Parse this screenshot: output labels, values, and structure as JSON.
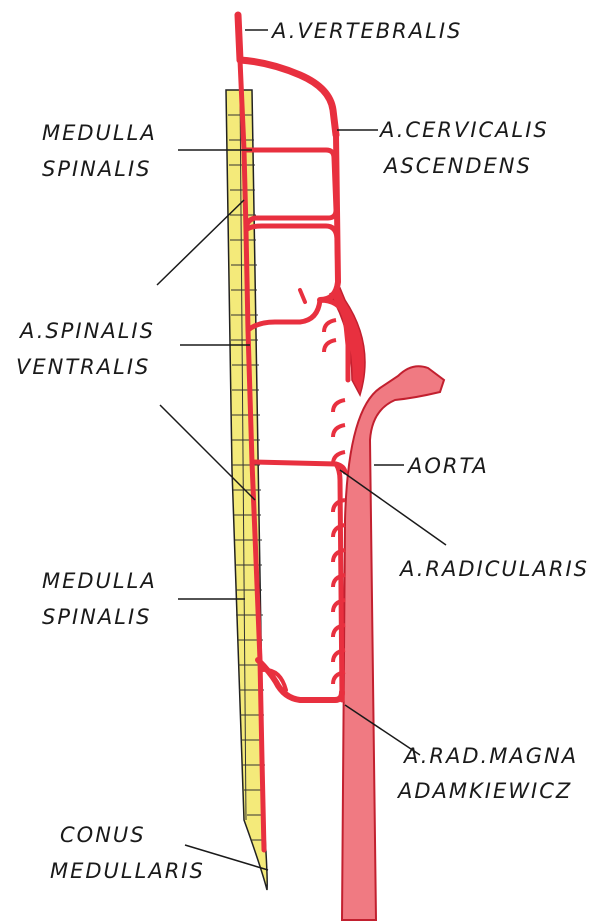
{
  "labels": {
    "vertebralis": "A.VERTEBRALIS",
    "medulla_top_1": "MEDULLA",
    "medulla_top_2": "SPINALIS",
    "cervicalis_1": "A.CERVICALIS",
    "cervicalis_2": "ASCENDENS",
    "spinalis_1": "A.SPINALIS",
    "spinalis_2": "VENTRALIS",
    "aorta": "AORTA",
    "radicularis": "A.RADICULARIS",
    "medulla_low_1": "MEDULLA",
    "medulla_low_2": "SPINALIS",
    "magna_1": "A.RAD.MAGNA",
    "magna_2": "ADAMKIEWICZ",
    "conus_1": "CONUS",
    "conus_2": "MEDULLARIS"
  },
  "colors": {
    "artery": "#e8303f",
    "aorta_fill": "#f07a82",
    "cord_fill": "#f4ea7a",
    "ink": "#1a1a1a"
  }
}
